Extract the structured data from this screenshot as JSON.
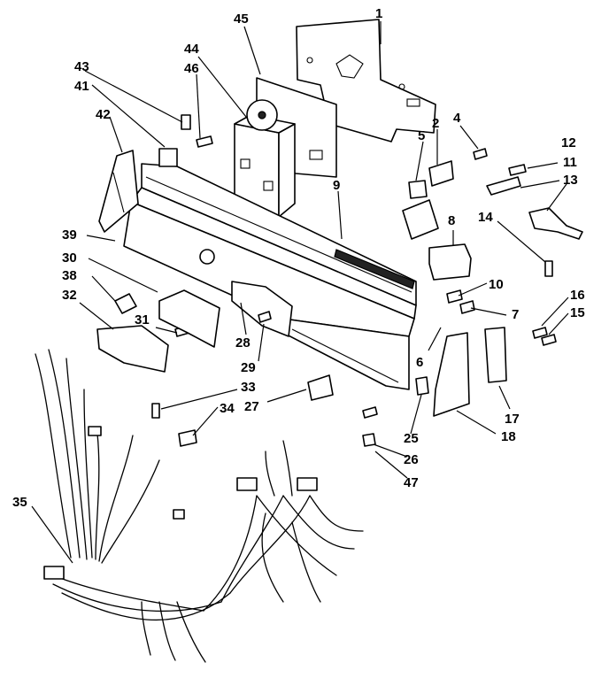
{
  "labels": [
    {
      "id": "1",
      "text": "1"
    },
    {
      "id": "2",
      "text": "2"
    },
    {
      "id": "4",
      "text": "4"
    },
    {
      "id": "5",
      "text": "5"
    },
    {
      "id": "6",
      "text": "6"
    },
    {
      "id": "7",
      "text": "7"
    },
    {
      "id": "8",
      "text": "8"
    },
    {
      "id": "9",
      "text": "9"
    },
    {
      "id": "10",
      "text": "10"
    },
    {
      "id": "11",
      "text": "11"
    },
    {
      "id": "12",
      "text": "12"
    },
    {
      "id": "13",
      "text": "13"
    },
    {
      "id": "14",
      "text": "14"
    },
    {
      "id": "15",
      "text": "15"
    },
    {
      "id": "16",
      "text": "16"
    },
    {
      "id": "17",
      "text": "17"
    },
    {
      "id": "18",
      "text": "18"
    },
    {
      "id": "25",
      "text": "25"
    },
    {
      "id": "26",
      "text": "26"
    },
    {
      "id": "27",
      "text": "27"
    },
    {
      "id": "28",
      "text": "28"
    },
    {
      "id": "29",
      "text": "29"
    },
    {
      "id": "30",
      "text": "30"
    },
    {
      "id": "31",
      "text": "31"
    },
    {
      "id": "32",
      "text": "32"
    },
    {
      "id": "33",
      "text": "33"
    },
    {
      "id": "34",
      "text": "34"
    },
    {
      "id": "35",
      "text": "35"
    },
    {
      "id": "38",
      "text": "38"
    },
    {
      "id": "39",
      "text": "39"
    },
    {
      "id": "41",
      "text": "41"
    },
    {
      "id": "42",
      "text": "42"
    },
    {
      "id": "43",
      "text": "43"
    },
    {
      "id": "44",
      "text": "44"
    },
    {
      "id": "45",
      "text": "45"
    },
    {
      "id": "46",
      "text": "46"
    },
    {
      "id": "47",
      "text": "47"
    }
  ]
}
